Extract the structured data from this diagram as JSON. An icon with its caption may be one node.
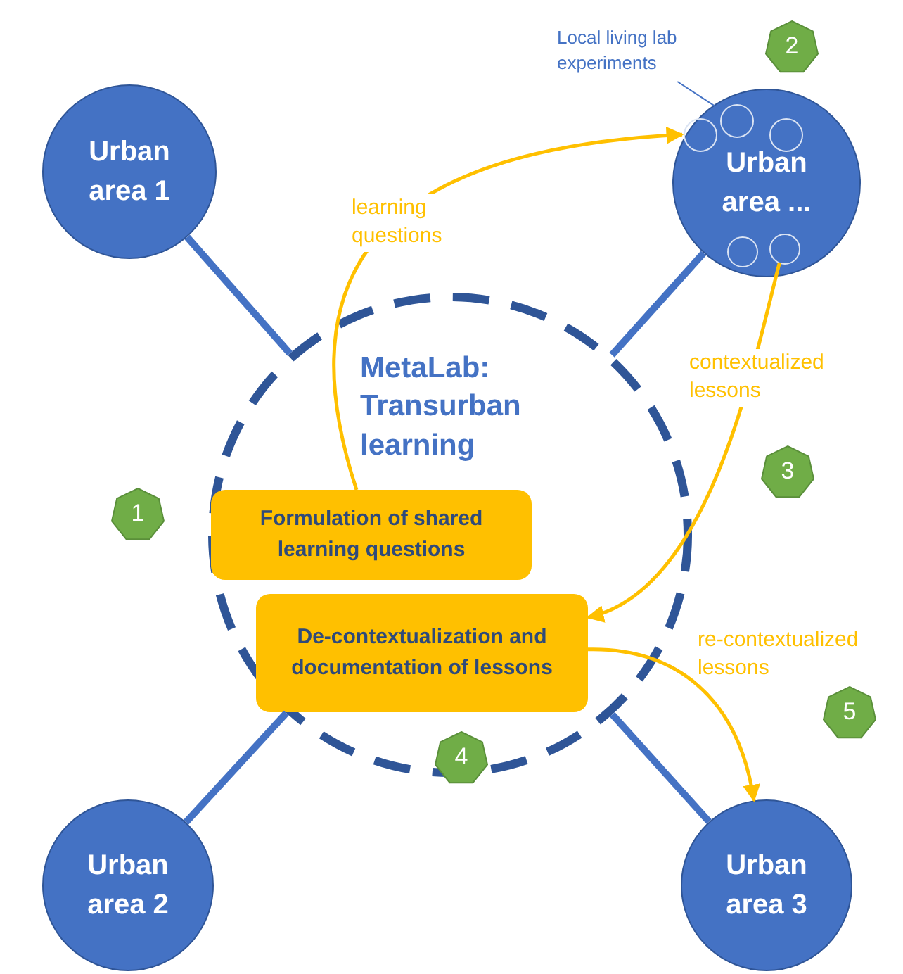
{
  "diagram": {
    "nodes": [
      {
        "text": [
          "MetaLab: Transurban learning"
        ]
      },
      {
        "text": [
          "Urban area 1"
        ]
      },
      {
        "text": [
          "Urban area ..."
        ]
      },
      {
        "text": [
          "Urban area 2"
        ]
      },
      {
        "text": [
          "Urban area 3"
        ]
      },
      {
        "text": [
          "Formulation of shared learning questions"
        ],
        "in": 0
      },
      {
        "text": [
          "De-contextualization and documentation of lessons"
        ],
        "in": 0
      },
      {
        "text": [],
        "shape": "circle",
        "in": 2
      },
      {
        "text": [],
        "shape": "circle",
        "in": 2
      },
      {
        "text": [],
        "shape": "circle",
        "in": 2
      },
      {
        "text": [],
        "shape": "circle",
        "in": 2
      },
      {
        "text": [],
        "shape": "circle",
        "in": 2
      },
      {
        "text": [
          "Local living lab experiments"
        ]
      },
      {
        "text": [
          "1"
        ]
      },
      {
        "text": [
          "2"
        ]
      },
      {
        "text": [
          "3"
        ]
      },
      {
        "text": [
          "4"
        ]
      },
      {
        "text": [
          "5"
        ]
      }
    ],
    "edges": [
      {
        "from": 1,
        "to": 0,
        "arrow": "none",
        "style": "thick"
      },
      {
        "from": 2,
        "to": 0,
        "arrow": "none",
        "style": "thick"
      },
      {
        "from": 3,
        "to": 0,
        "arrow": "none",
        "style": "thick"
      },
      {
        "from": 4,
        "to": 0,
        "arrow": "none",
        "style": "thick"
      },
      {
        "from": 5,
        "to": 7,
        "arrow": "to",
        "label": "learning questions",
        "color": "#ffc000"
      },
      {
        "from": 11,
        "to": 6,
        "arrow": "to",
        "label": "contextualized lessons",
        "color": "#ffc000"
      },
      {
        "from": 6,
        "to": 4,
        "arrow": "to",
        "label": "re-contextualized lessons",
        "color": "#ffc000"
      },
      {
        "from": 12,
        "to": 8,
        "arrow": "none"
      }
    ]
  }
}
